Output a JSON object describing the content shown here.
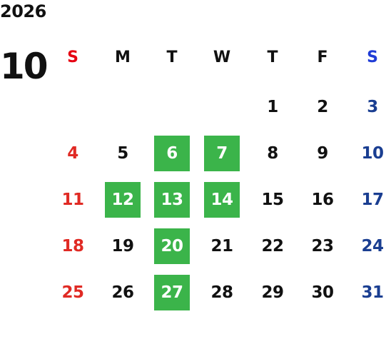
{
  "year": "2026",
  "month": "10",
  "weekday_headers": [
    "S",
    "M",
    "T",
    "W",
    "T",
    "F",
    "S"
  ],
  "weeks": [
    [
      "",
      "",
      "",
      "",
      "1",
      "2",
      "3"
    ],
    [
      "4",
      "5",
      "6",
      "7",
      "8",
      "9",
      "10"
    ],
    [
      "11",
      "12",
      "13",
      "14",
      "15",
      "16",
      "17"
    ],
    [
      "18",
      "19",
      "20",
      "21",
      "22",
      "23",
      "24"
    ],
    [
      "25",
      "26",
      "27",
      "28",
      "29",
      "30",
      "31"
    ]
  ],
  "highlighted_days": [
    "6",
    "7",
    "12",
    "13",
    "14",
    "20",
    "27"
  ],
  "colors": {
    "sunday": "#e02a24",
    "saturday": "#1a3e91",
    "highlight": "#3bb44a",
    "text": "#111111"
  }
}
